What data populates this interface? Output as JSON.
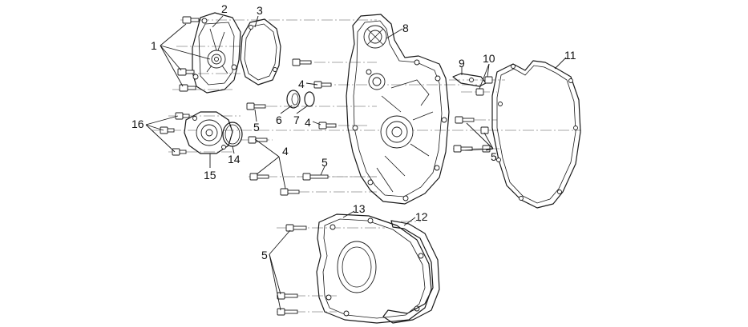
{
  "callouts": {
    "c1": "1",
    "c2": "2",
    "c3": "3",
    "c4a": "4",
    "c4b": "4",
    "c4c": "4",
    "c5a": "5",
    "c5b": "5",
    "c5c": "5",
    "c5d": "5",
    "c6": "6",
    "c7": "7",
    "c8": "8",
    "c9": "9",
    "c10": "10",
    "c11": "11",
    "c12": "12",
    "c13": "13",
    "c14": "14",
    "c15": "15",
    "c16": "16"
  },
  "colors": {
    "line": "#1a1a1a",
    "center_line": "#8a8a8a",
    "background": "#ffffff"
  }
}
